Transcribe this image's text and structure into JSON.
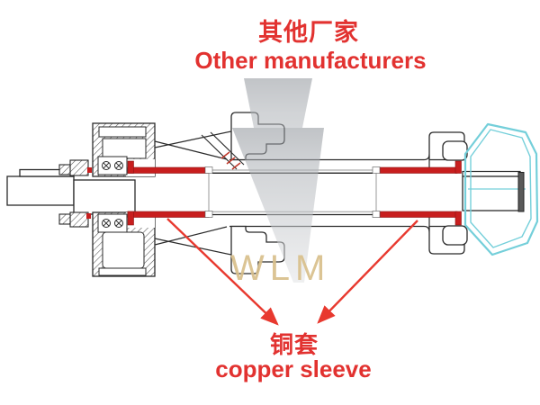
{
  "captions": {
    "top": {
      "zh": "其他厂家",
      "en": "Other manufacturers"
    },
    "bottom": {
      "zh": "铜套",
      "en": "copper sleeve"
    }
  },
  "watermark": {
    "logo_text": "WLM"
  },
  "colors": {
    "annotation_red": "#e23230",
    "sleeve_highlight_red": "#c81e1e",
    "hub_outline_cyan": "#74cfda",
    "watermark_gold": "#d9c08c",
    "watermark_gray": "#9aa0a6",
    "drawing_line": "#2b2b2b"
  }
}
